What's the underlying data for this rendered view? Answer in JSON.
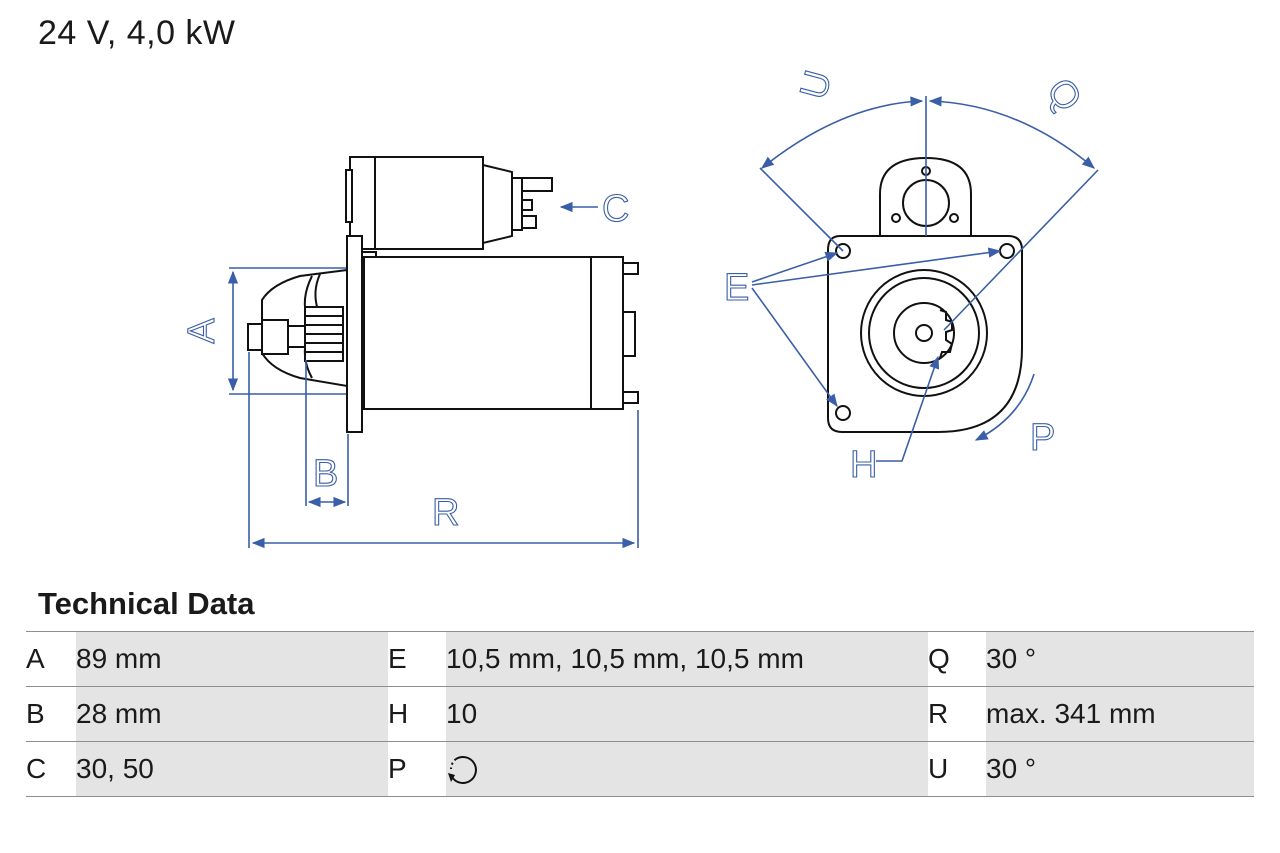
{
  "header": {
    "spec": "24 V, 4,0 kW"
  },
  "labels": {
    "A": "A",
    "B": "B",
    "C": "C",
    "E": "E",
    "H": "H",
    "P": "P",
    "Q": "Q",
    "R": "R",
    "U": "U"
  },
  "section_title": "Technical Data",
  "table": {
    "rows": [
      [
        {
          "key": "A",
          "value": "89 mm"
        },
        {
          "key": "E",
          "value": "10,5 mm, 10,5 mm, 10,5 mm"
        },
        {
          "key": "Q",
          "value": "30 °"
        }
      ],
      [
        {
          "key": "B",
          "value": "28 mm"
        },
        {
          "key": "H",
          "value": "10"
        },
        {
          "key": "R",
          "value": "max. 341 mm"
        }
      ],
      [
        {
          "key": "C",
          "value": "30, 50"
        },
        {
          "key": "P",
          "value": "",
          "icon": "clockwise-rotation-icon"
        },
        {
          "key": "U",
          "value": "30 °"
        }
      ]
    ]
  },
  "colors": {
    "dimension": "#3a5ea8",
    "outline": "#111111",
    "cell_bg": "#e4e4e4",
    "rule": "#8e8e8e"
  }
}
